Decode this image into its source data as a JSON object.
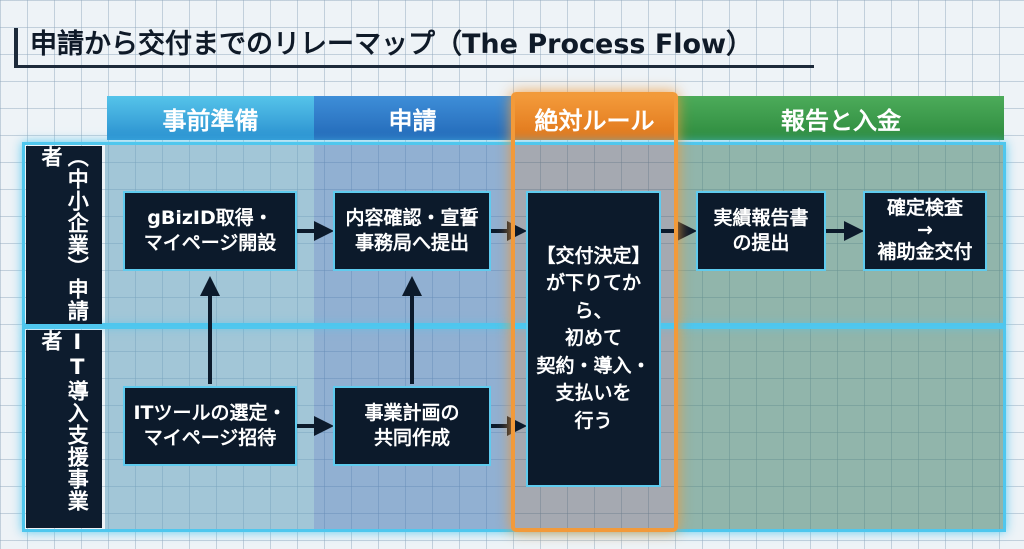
{
  "title": "申請から交付までのリレーマップ（The Process Flow）",
  "phases": [
    "事前準備",
    "申請",
    "絶対ルール",
    "報告と入金"
  ],
  "rows": {
    "applicant": "（中小企業）申請者",
    "vendor": "IT導入支援事業者"
  },
  "boxes": {
    "gbizid": [
      "gBizID取得・",
      "マイページ開設"
    ],
    "confirm": [
      "内容確認・宣誓",
      "事務局へ提出"
    ],
    "rule": [
      "【交付決定】",
      "が下りてから、",
      "初めて",
      "契約・導入・",
      "支払いを",
      "行う"
    ],
    "report": [
      "実績報告書",
      "の提出"
    ],
    "grant": [
      "確定検査",
      "→",
      "補助金交付"
    ],
    "select": [
      "ITツールの選定・",
      "マイページ招待"
    ],
    "plan": [
      "事業計画の",
      "共同作成"
    ]
  },
  "colors": {
    "prep": "#2a8fcf",
    "apply": "#2369b8",
    "rule": "#e0761a",
    "report": "#2e8b3e",
    "glow": "#4fc7ee"
  }
}
